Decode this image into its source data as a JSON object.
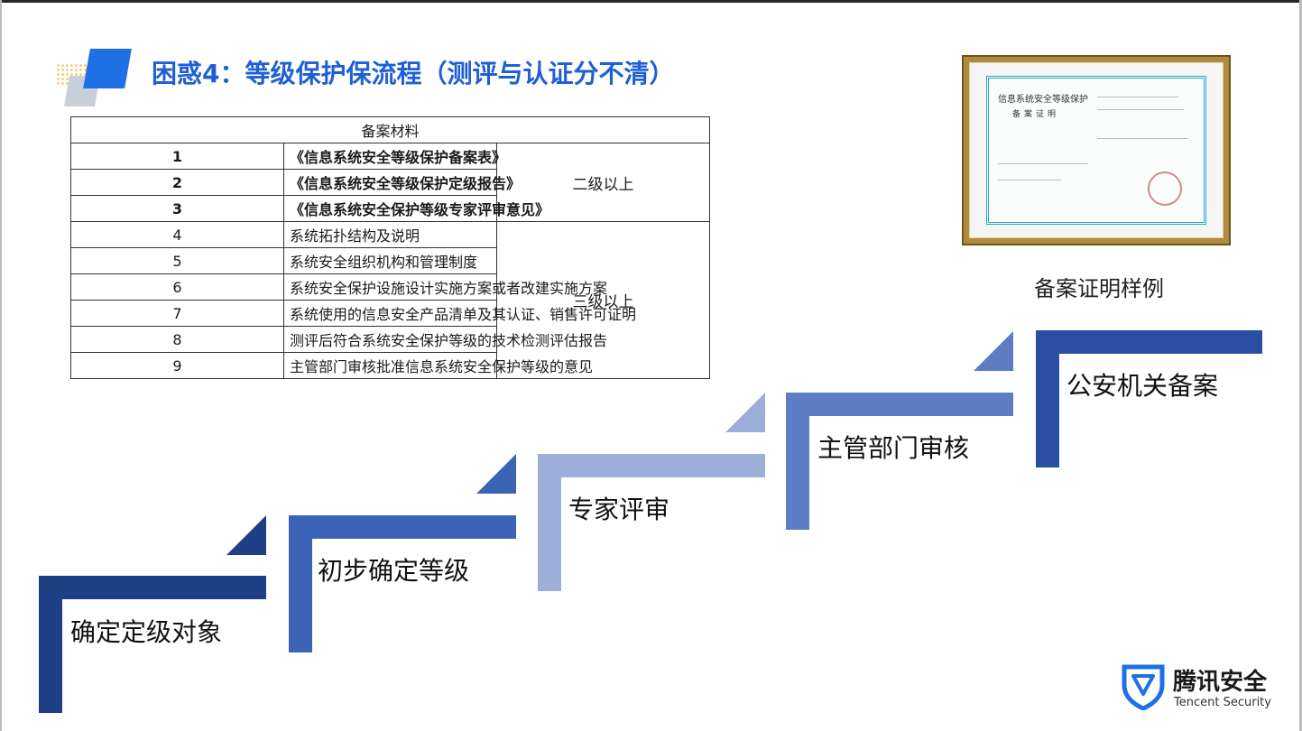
{
  "title": "困惑4：等级保护保流程（测评与认证分不清）",
  "table": {
    "header": "备案材料",
    "rows": [
      {
        "num": "1",
        "name": "《信息系统安全等级保护备案表》"
      },
      {
        "num": "2",
        "name": "《信息系统安全等级保护定级报告》"
      },
      {
        "num": "3",
        "name": "《信息系统安全保护等级专家评审意见》"
      },
      {
        "num": "4",
        "name": "系统拓扑结构及说明"
      },
      {
        "num": "5",
        "name": "系统安全组织机构和管理制度"
      },
      {
        "num": "6",
        "name": "系统安全保护设施设计实施方案或者改建实施方案"
      },
      {
        "num": "7",
        "name": "系统使用的信息安全产品清单及其认证、销售许可证明"
      },
      {
        "num": "8",
        "name": "测评后符合系统安全保护等级的技术检测评估报告"
      },
      {
        "num": "9",
        "name": "主管部门审核批准信息系统安全保护等级的意见"
      }
    ],
    "level_group_1": "二级以上",
    "level_group_2": "三级以上"
  },
  "certificate": {
    "heading": "信息系统安全等级保护",
    "subheading": "备案证明",
    "caption": "备案证明样例"
  },
  "steps": [
    {
      "label": "确定定级对象",
      "color": "#1f3f86"
    },
    {
      "label": "初步确定等级",
      "color": "#3d63b6"
    },
    {
      "label": "专家评审",
      "color": "#9dafd9"
    },
    {
      "label": "主管部门审核",
      "color": "#5d7cc4"
    },
    {
      "label": "公安机关备案",
      "color": "#2a4ea3"
    }
  ],
  "logo": {
    "cn": "腾讯安全",
    "en": "Tencent Security",
    "color": "#1f6fe5"
  }
}
